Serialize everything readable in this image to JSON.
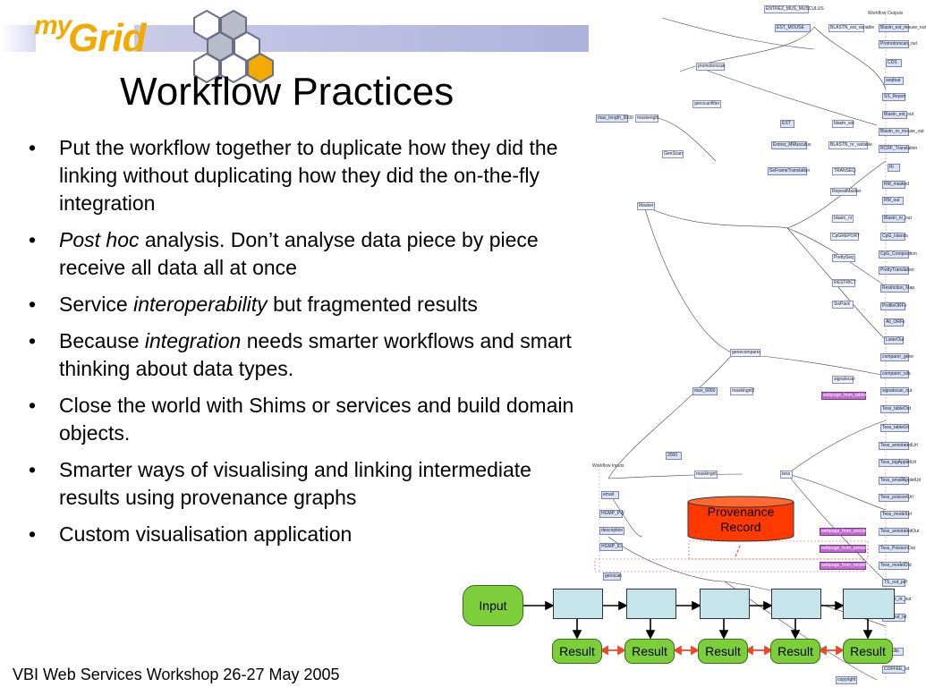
{
  "logo": {
    "my": "my",
    "grid": "Grid"
  },
  "title": "Workflow Practices",
  "bullets": [
    {
      "text": "Put the workflow together to duplicate how they did the linking without duplicating how they did the on-the-fly integration"
    },
    {
      "em": "Post hoc",
      "text": " analysis. Don’t analyse data piece by piece receive all data all at once"
    },
    {
      "pre": "Service ",
      "em": "interoperability",
      "text": " but fragmented results"
    },
    {
      "pre": "Because ",
      "em": "integration",
      "text": " needs smarter workflows and smart thinking about data types."
    },
    {
      "text": "Close the world with Shims or services and build domain objects."
    },
    {
      "text": "Smarter ways of visualising and linking intermediate results using provenance graphs"
    },
    {
      "text": "Custom visualisation application"
    }
  ],
  "footer": "VBI Web Services Workshop 26-27 May 2005",
  "provenance": {
    "line1": "Provenance",
    "line2": "Record"
  },
  "pipeline": {
    "input": "Input",
    "results": [
      "Result",
      "Result",
      "Result",
      "Result",
      "Result"
    ]
  },
  "workflow": {
    "outputs_label": "Workflow Outputs",
    "inputs_label": "Workflow Inputs",
    "nodes": [
      "ENTREZ_MUS_MUSCULUS",
      "EST_MOUSE",
      "BLASTN_est_variable",
      "Blastn_est_mouse_out",
      "Promotorscan_out",
      "promotorscan",
      "CDS",
      "seqfeat",
      "SS_Report",
      "max_length_5000",
      "maskength",
      "genscanfilter",
      "Blastn_est_out",
      "EST",
      "blastn_est",
      "Blastn_nr_mouse_out",
      "Entrez_MMusculus",
      "BLASTN_nr_variable",
      "RCRF_Translation",
      "GenScan",
      "SeFrameTranslation",
      "TRANSEQ",
      "Ri",
      "RM_masked",
      "RepeatMasker",
      "RM_out",
      "Blastn_nr_out",
      "blastn_nr",
      "CpG_Islands",
      "Masker",
      "CpGREPORT",
      "CpG_Composition",
      "PrettySeq",
      "PrettyTranslation",
      "RESTRICT",
      "Restriction_Map",
      "ProfileORFs",
      "SixPack",
      "All_ORFs",
      "ListerOut",
      "genecomparer",
      "comparer_gene",
      "comparer_cds",
      "max_6000",
      "maskingnt2",
      "signalscan",
      "signalscan_out",
      "webpage_from_tabledUrl",
      "Tess_tableOut",
      "Tess_tableUrl",
      "Tess_annotatedUrl",
      "Tess_bigAppletUrl",
      "2000",
      "maskingnt",
      "Tess_smallAppletUrl",
      "Tess_poissonUrl",
      "Tess_modelUrl",
      "Tess_annotatedOut",
      "webpage_from_annotatedUrl",
      "webpage_from_poissonUrl",
      "Tess_PoissonOut",
      "webpage_from_modelUrl",
      "Tess_modelOut",
      "tess",
      "email",
      "HGMP_PW",
      "description",
      "HGMP_ID",
      "genscan",
      "TS_out_pdf",
      "Blastx_nr_out",
      "RM_out_txt",
      "Results",
      "COFFEE_txt",
      "copyright"
    ]
  }
}
